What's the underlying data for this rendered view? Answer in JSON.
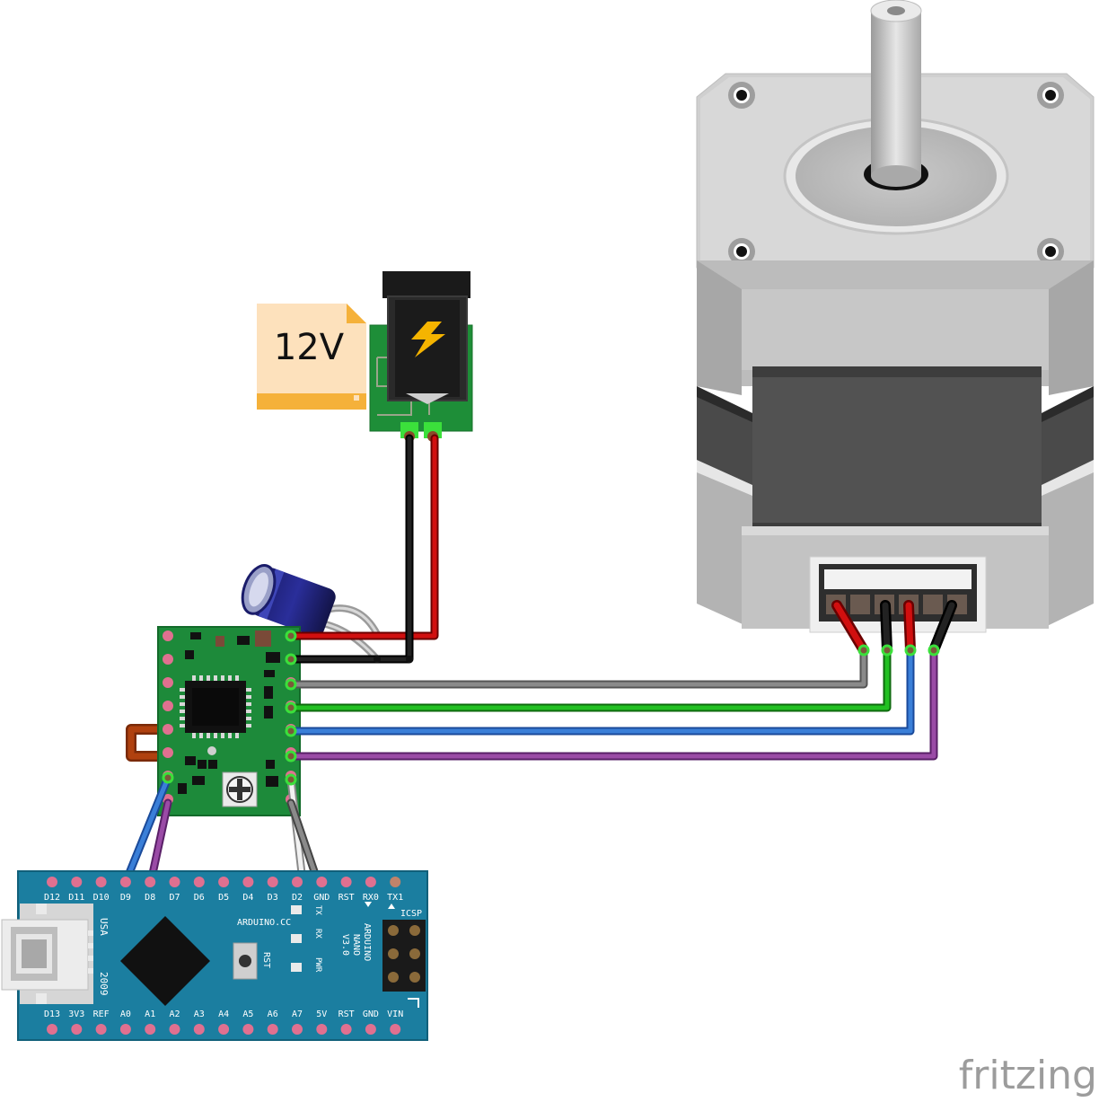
{
  "power_note": {
    "label": "12V"
  },
  "watermark": {
    "text": "fritzing"
  },
  "arduino": {
    "top_pins": [
      "D12",
      "D11",
      "D10",
      "D9",
      "D8",
      "D7",
      "D6",
      "D5",
      "D4",
      "D3",
      "D2",
      "GND",
      "RST",
      "RX0",
      "TX1"
    ],
    "bottom_pins": [
      "D13",
      "3V3",
      "REF",
      "A0",
      "A1",
      "A2",
      "A3",
      "A4",
      "A5",
      "A6",
      "A7",
      "5V",
      "RST",
      "GND",
      "VIN"
    ],
    "brand": "ARDUINO.CC",
    "model_line1": "ARDUINO",
    "model_line2": "NANO",
    "model_line3": "V3.0",
    "usb": "USA",
    "year": "2009",
    "rst": "RST",
    "icsp": "ICSP",
    "tx": "TX",
    "rx": "RX",
    "pwr": "PWR"
  },
  "colors": {
    "red": "#d10f0f",
    "black": "#111111",
    "gray": "#888888",
    "green": "#22c022",
    "blue": "#3a7fd8",
    "purple": "#9a4ba6",
    "white": "#f2f2f2",
    "board_green": "#1f8f3a",
    "nano_blue": "#1b7ea0",
    "jumper": "#b0410f"
  }
}
